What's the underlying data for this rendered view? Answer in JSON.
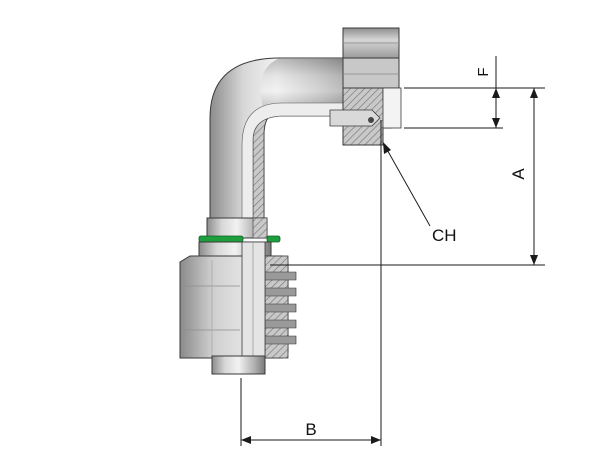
{
  "diagram": {
    "labels": {
      "a": "A",
      "b": "B",
      "f": "F",
      "ch": "CH"
    },
    "colors": {
      "seal": "#1e9e3c",
      "metal_light": "#e6e6e6",
      "metal_mid": "#b4b4b4",
      "metal_dark": "#6a6a6a",
      "section_hatch": "#8a8a8a",
      "line": "#1a1a1a"
    }
  }
}
